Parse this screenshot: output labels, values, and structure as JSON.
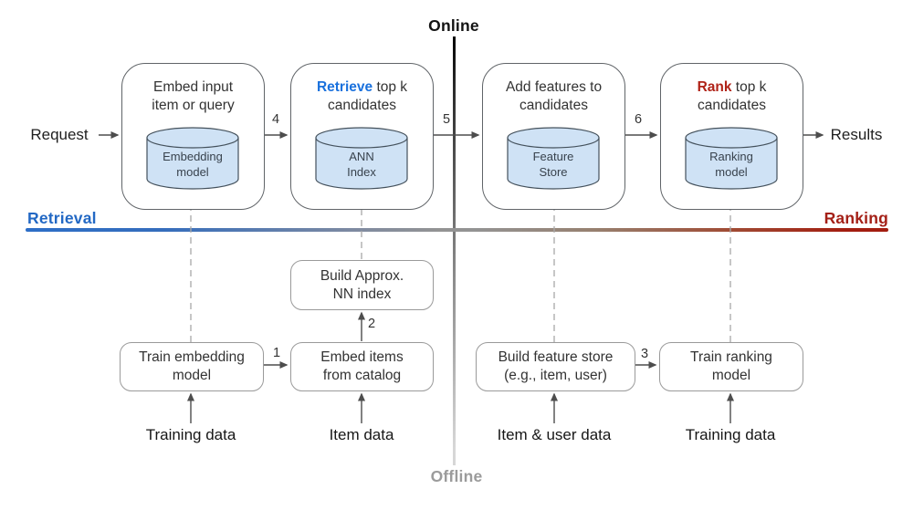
{
  "palette": {
    "accent_blue": "#1a71dd",
    "accent_red": "#b02318",
    "retrieval_blue": "#2268c4",
    "ranking_red": "#a42017",
    "divider_line_blue": "#2d6ec7",
    "divider_line_red": "#a31d10",
    "cylinder_fill": "#cfe2f5",
    "cylinder_stroke": "#44515c",
    "offline_gray": "#9b9b9b",
    "arrow_dark": "#4d4d4d",
    "arrow_gray": "#8f8f8f"
  },
  "zones": {
    "online_label": "Online",
    "offline_label": "Offline",
    "retrieval_label": "Retrieval",
    "ranking_label": "Ranking"
  },
  "online_flow": {
    "request_label": "Request",
    "results_label": "Results",
    "stages": [
      {
        "prefix": "",
        "line1": "Embed input",
        "line2": "item or query",
        "cyl1": "Embedding",
        "cyl2": "model"
      },
      {
        "prefix": "Retrieve",
        "line1": "top k",
        "line2": "candidates",
        "cyl1": "ANN",
        "cyl2": "Index"
      },
      {
        "prefix": "",
        "line1": "Add features to",
        "line2": "candidates",
        "cyl1": "Feature",
        "cyl2": "Store"
      },
      {
        "prefix": "Rank",
        "line1": "top k",
        "line2": "candidates",
        "cyl1": "Ranking",
        "cyl2": "model"
      }
    ],
    "step_labels": {
      "s4": "4",
      "s5": "5",
      "s6": "6"
    }
  },
  "offline_flow": {
    "boxes": {
      "build_nn": {
        "line1": "Build Approx.",
        "line2": "NN index"
      },
      "train_embedding": {
        "line1": "Train embedding",
        "line2": "model"
      },
      "embed_items": {
        "line1": "Embed items",
        "line2": "from catalog"
      },
      "build_feature_store": {
        "line1": "Build feature store",
        "line2": "(e.g., item, user)"
      },
      "train_ranking": {
        "line1": "Train ranking",
        "line2": "model"
      }
    },
    "step_labels": {
      "s1": "1",
      "s2": "2",
      "s3": "3"
    },
    "data_labels": {
      "training_left": "Training data",
      "item": "Item data",
      "item_user": "Item & user data",
      "training_right": "Training data"
    }
  }
}
